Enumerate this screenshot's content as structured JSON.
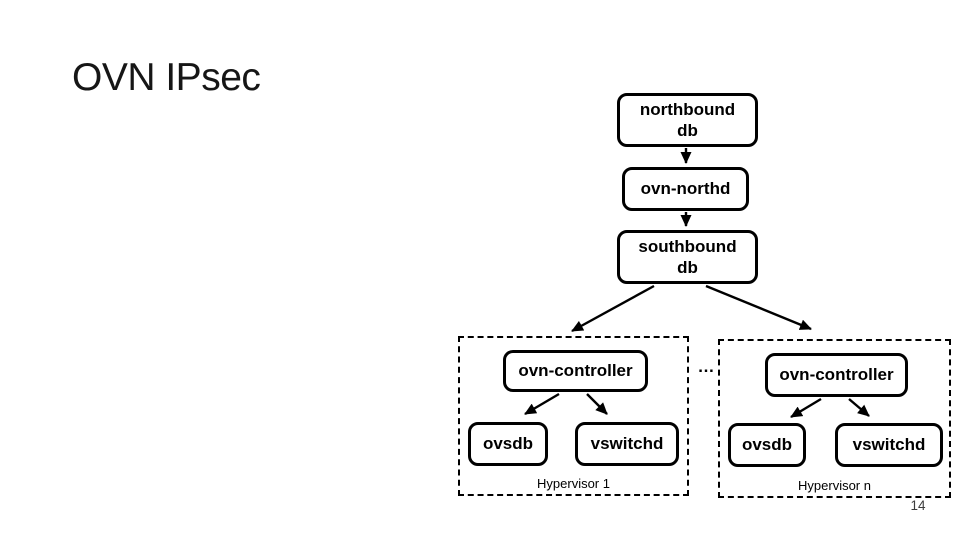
{
  "slide": {
    "title": "OVN IPsec",
    "page_number": "14"
  },
  "diagram": {
    "northbound_db": {
      "line1": "northbound",
      "line2": "db"
    },
    "ovn_northd": {
      "label": "ovn-northd"
    },
    "southbound_db": {
      "line1": "southbound",
      "line2": "db"
    },
    "ellipsis": "…",
    "hypervisor1": {
      "controller": "ovn-controller",
      "ovsdb": "ovsdb",
      "vswitchd": "vswitchd",
      "label": "Hypervisor 1"
    },
    "hypervisorN": {
      "controller": "ovn-controller",
      "ovsdb": "ovsdb",
      "vswitchd": "vswitchd",
      "label": "Hypervisor n"
    }
  },
  "colors": {
    "background": "#ffffff",
    "stroke": "#000000",
    "text": "#161616"
  }
}
